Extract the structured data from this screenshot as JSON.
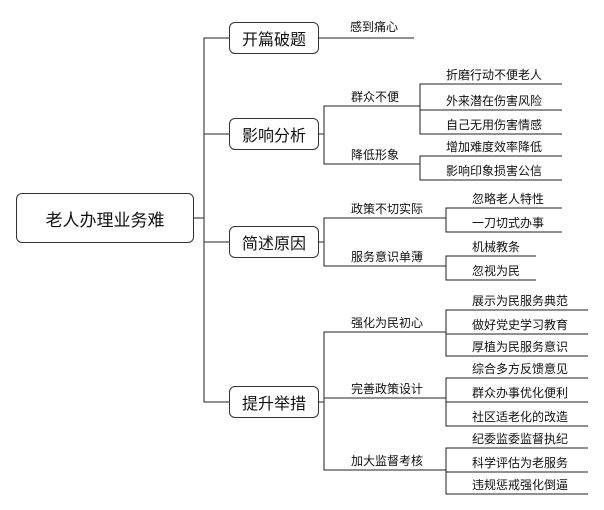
{
  "root": "老人办理业务难",
  "branches": [
    {
      "label": "开篇破题",
      "children": [
        {
          "label": "感到痛心"
        }
      ]
    },
    {
      "label": "影响分析",
      "children": [
        {
          "label": "群众不便",
          "children": [
            "折磨行动不便老人",
            "外来潜在伤害风险",
            "自己无用伤害情感"
          ]
        },
        {
          "label": "降低形象",
          "children": [
            "增加难度效率降低",
            "影响印象损害公信"
          ]
        }
      ]
    },
    {
      "label": "简述原因",
      "children": [
        {
          "label": "政策不切实际",
          "children": [
            "忽略老人特性",
            "一刀切式办事"
          ]
        },
        {
          "label": "服务意识单薄",
          "children": [
            "机械教条",
            "忽视为民"
          ]
        }
      ]
    },
    {
      "label": "提升举措",
      "children": [
        {
          "label": "强化为民初心",
          "children": [
            "展示为民服务典范",
            "做好党史学习教育",
            "厚植为民服务意识"
          ]
        },
        {
          "label": "完善政策设计",
          "children": [
            "综合多方反馈意见",
            "群众办事优化便利",
            "社区适老化的改造"
          ]
        },
        {
          "label": "加大监督考核",
          "children": [
            "纪委监委监督执纪",
            "科学评估为老服务",
            "违规惩戒强化倒逼"
          ]
        }
      ]
    }
  ]
}
